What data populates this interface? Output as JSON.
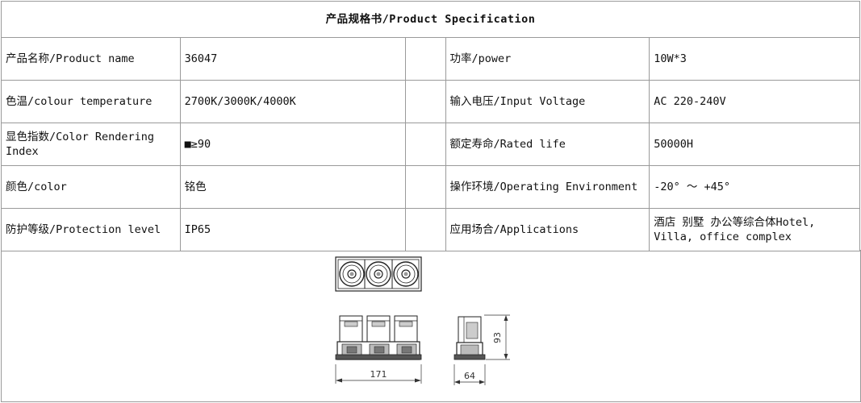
{
  "title": "产品规格书/Product  Specification",
  "rows": [
    {
      "label_left": "产品名称/Product name",
      "value_left": "36047",
      "label_right": "功率/power",
      "value_right": "10W*3"
    },
    {
      "label_left": "色温/colour temperature",
      "value_left": "2700K/3000K/4000K",
      "label_right": "输入电压/Input Voltage",
      "value_right": "AC 220-240V"
    },
    {
      "label_left": "显色指数/Color Rendering Index",
      "value_left": "■≥90",
      "label_right": "额定寿命/Rated life",
      "value_right": "50000H"
    },
    {
      "label_left": "颜色/color",
      "value_left": "铭色",
      "label_right": "操作环境/Operating Environment",
      "value_right": "-20° ～ +45°"
    },
    {
      "label_left": "防护等级/Protection level",
      "value_left": "IP65",
      "label_right": "应用场合/Applications",
      "value_right": "酒店 别墅 办公等综合体Hotel, Villa, office complex"
    }
  ],
  "dimensions": {
    "width": "171",
    "depth": "64",
    "height": "93"
  }
}
